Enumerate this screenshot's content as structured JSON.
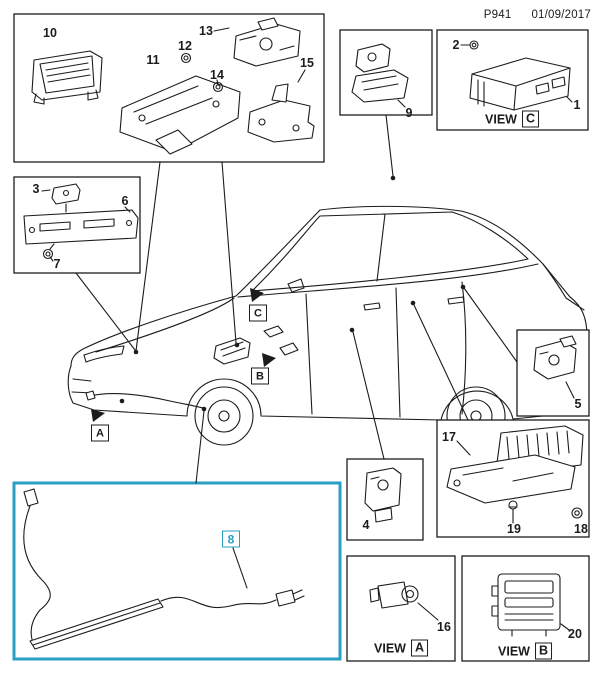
{
  "header": {
    "code": "P941",
    "date": "01/09/2017"
  },
  "parts": {
    "1": "1",
    "2": "2",
    "3": "3",
    "4": "4",
    "5": "5",
    "6": "6",
    "7": "7",
    "8": "8",
    "9": "9",
    "10": "10",
    "11": "11",
    "12": "12",
    "13": "13",
    "14": "14",
    "15": "15",
    "16": "16",
    "17": "17",
    "18": "18",
    "19": "19",
    "20": "20"
  },
  "views": {
    "word": "VIEW",
    "a_letter": "A",
    "b_letter": "B",
    "c_letter": "C"
  },
  "car_markers": {
    "a": "A",
    "b": "B",
    "c": "C"
  },
  "colors": {
    "line": "#1c1c1c",
    "highlight": "#2a9fc4"
  }
}
